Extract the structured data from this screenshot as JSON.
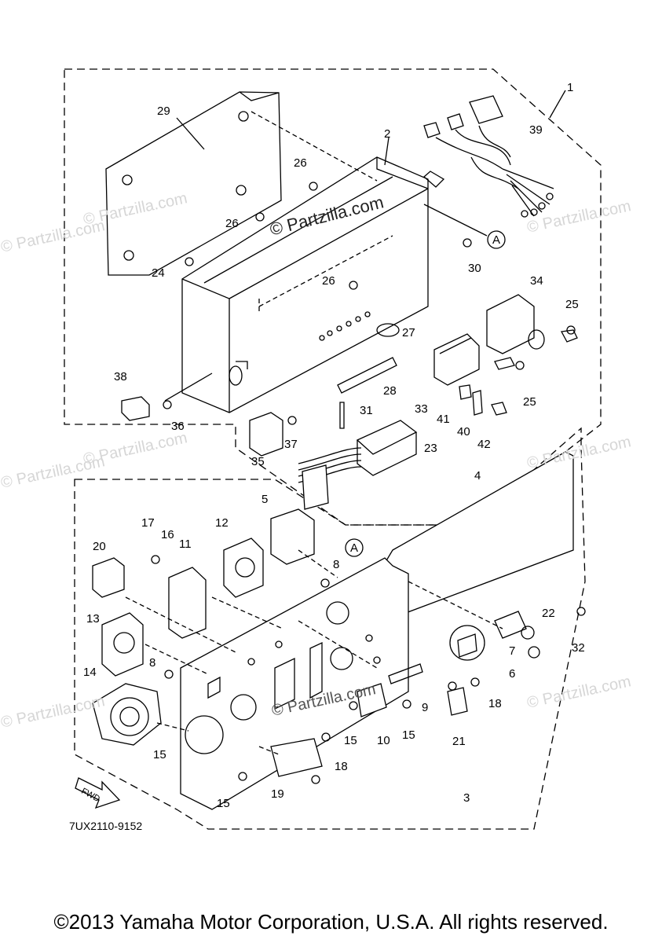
{
  "watermark": "© Partzilla.com",
  "watermark_center": "© Partzilla.com",
  "part_numbers": [
    "1",
    "2",
    "3",
    "4",
    "5",
    "6",
    "7",
    "8",
    "8",
    "9",
    "10",
    "11",
    "12",
    "13",
    "14",
    "15",
    "15",
    "15",
    "15",
    "16",
    "17",
    "18",
    "18",
    "19",
    "20",
    "21",
    "22",
    "23",
    "24",
    "25",
    "25",
    "26",
    "26",
    "26",
    "27",
    "28",
    "29",
    "30",
    "31",
    "32",
    "33",
    "34",
    "35",
    "36",
    "37",
    "38",
    "39",
    "40",
    "41",
    "42"
  ],
  "reference_marker": "A",
  "fwd_label": "FWD",
  "diagram_code": "7UX2110-9152",
  "footer": "©2013 Yamaha Motor Corporation, U.S.A. All rights reserved."
}
